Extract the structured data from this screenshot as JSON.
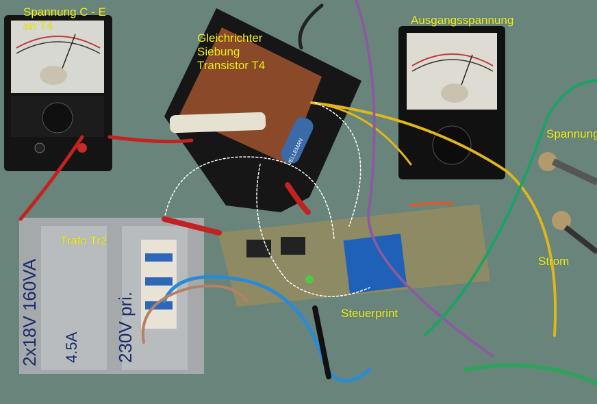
{
  "labels": {
    "meter_left": [
      "Spannung C - E",
      "an T4"
    ],
    "rectifier": [
      "Gleichrichter",
      "Siebung",
      "Transistor T4"
    ],
    "meter_right": "Ausgangsspannung",
    "voltage_pot": "Spannung",
    "current_pot": "Strom",
    "transformer": "Trafo Tr2",
    "control_board": "Steuerprint"
  },
  "transformer_markings": {
    "rating": "2x18V 160VA",
    "fuse": "4.5A",
    "primary": "230V pri."
  },
  "component_text": {
    "heatsink_brand": "VELLEMAN"
  },
  "colors": {
    "label_text": "#f2f21a",
    "background_table": "#6f8a82",
    "marker_pen": "#1a2a6a"
  }
}
